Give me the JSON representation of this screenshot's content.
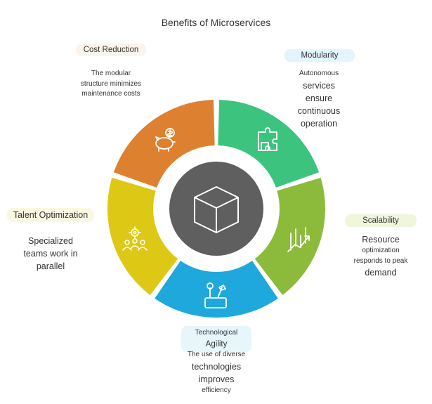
{
  "title": "Benefits of Microservices",
  "center": {
    "icon": "cube-icon"
  },
  "segments": [
    {
      "id": "modularity",
      "label": "Modularity",
      "color": "#3cc47f",
      "pill_color": "#e3f5fc",
      "icon": "puzzle-icon",
      "desc": [
        "Autonomous",
        "services",
        "ensure",
        "continuous",
        "operation"
      ]
    },
    {
      "id": "scalability",
      "label": "Scalability",
      "color": "#8cbb3c",
      "pill_color": "#eef6dc",
      "icon": "growth-chart-icon",
      "desc": [
        "Resource",
        "optimization",
        "responds to peak",
        "demand"
      ]
    },
    {
      "id": "technological-agility",
      "label": "Technological",
      "label2": "Agility",
      "color": "#1fa8dc",
      "pill_color": "#e6f6fb",
      "icon": "tools-icon",
      "desc": [
        "The use of diverse",
        "technologies",
        "improves",
        "efficiency"
      ]
    },
    {
      "id": "talent-optimization",
      "label": "Talent Optimization",
      "color": "#ddc815",
      "pill_color": "#fbf8e1",
      "icon": "team-gear-icon",
      "desc": [
        "Specialized",
        "teams work in",
        "parallel"
      ]
    },
    {
      "id": "cost-reduction",
      "label": "Cost Reduction",
      "color": "#dd8130",
      "pill_color": "#fcf4ea",
      "icon": "piggy-bank-icon",
      "desc": [
        "The modular",
        "structure minimizes",
        "maintenance costs"
      ]
    }
  ]
}
